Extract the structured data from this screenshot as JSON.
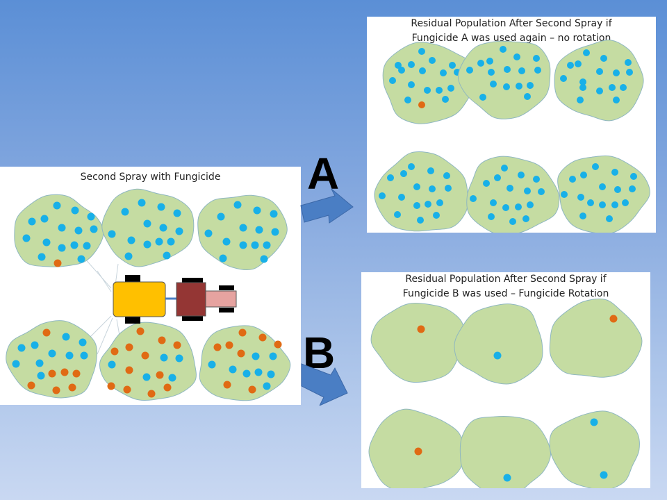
{
  "left_panel": {
    "title": "Second Spray with Fungicide"
  },
  "panel_a": {
    "title_line1": "Residual Population After Second Spray if",
    "title_line2": "Fungicide A  was used again – no rotation"
  },
  "panel_b": {
    "title_line1": "Residual Population After Second Spray if",
    "title_line2": "Fungicide B  was used – Fungicide Rotation"
  },
  "labels": {
    "option_a": "A",
    "option_b": "B"
  },
  "colors": {
    "leaf_fill": "#c5dca2",
    "leaf_stroke": "#8fb7c0",
    "dot_blue": "#18b0e8",
    "dot_orange": "#e06a14",
    "arrow": "#4a7ec4",
    "tractor_body": "#ffc000",
    "tractor_cab": "#943634",
    "tractor_trailer": "#e6a3a0"
  }
}
